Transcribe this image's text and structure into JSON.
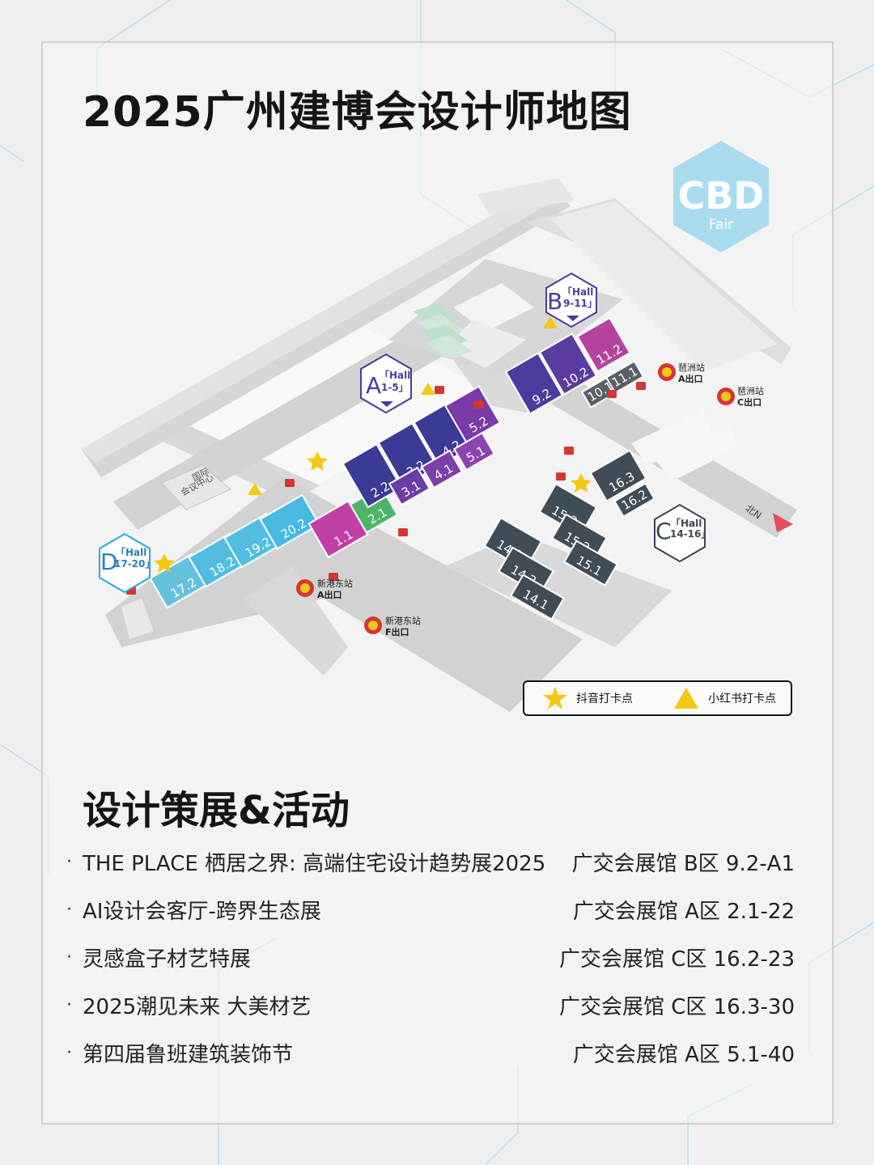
{
  "title": "2025广州建博会设计师地图",
  "logo": {
    "text": "CBD",
    "subtext": "Fair",
    "color": "#a9dcee"
  },
  "map": {
    "zones": [
      {
        "letter": "A",
        "hall_label": "「Hall",
        "hall_range": "1-5」"
      },
      {
        "letter": "B",
        "hall_label": "「Hall",
        "hall_range": "9-11」"
      },
      {
        "letter": "C",
        "hall_label": "「Hall",
        "hall_range": "14-16」"
      },
      {
        "letter": "D",
        "hall_label": "「Hall",
        "hall_range": "17-20」"
      }
    ],
    "halls": [
      {
        "label": "17.2",
        "color": "#66c2dc"
      },
      {
        "label": "18.2",
        "color": "#52bde0"
      },
      {
        "label": "19.2",
        "color": "#52bde0"
      },
      {
        "label": "20.2",
        "color": "#46b8e2"
      },
      {
        "label": "1.1",
        "color": "#c23fa6"
      },
      {
        "label": "2.1",
        "color": "#4fb46a"
      },
      {
        "label": "2.2",
        "color": "#3b3a96"
      },
      {
        "label": "3.2",
        "color": "#3b3a96"
      },
      {
        "label": "4.2",
        "color": "#3b3a96"
      },
      {
        "label": "5.2",
        "color": "#7a3aa8"
      },
      {
        "label": "3.1",
        "color": "#6b3ca6"
      },
      {
        "label": "4.1",
        "color": "#7c3ea8"
      },
      {
        "label": "5.1",
        "color": "#8a44b0"
      },
      {
        "label": "9.2",
        "color": "#4b3c9c"
      },
      {
        "label": "10.2",
        "color": "#5a3ca0"
      },
      {
        "label": "11.2",
        "color": "#b4439e"
      },
      {
        "label": "10.1",
        "color": "#5a5f66"
      },
      {
        "label": "11.1",
        "color": "#5a5f66"
      },
      {
        "label": "14.3",
        "color": "#414d56"
      },
      {
        "label": "14.2",
        "color": "#414d56"
      },
      {
        "label": "14.1",
        "color": "#414d56"
      },
      {
        "label": "15.3",
        "color": "#414d56"
      },
      {
        "label": "15.2",
        "color": "#414d56"
      },
      {
        "label": "15.1",
        "color": "#414d56"
      },
      {
        "label": "16.3",
        "color": "#414d56"
      },
      {
        "label": "16.2",
        "color": "#414d56"
      }
    ],
    "stations": [
      {
        "name": "琶洲站",
        "exit": "A出口"
      },
      {
        "name": "琶洲站",
        "exit": "C出口"
      },
      {
        "name": "新港东站",
        "exit": "A出口"
      },
      {
        "name": "新港东站",
        "exit": "F出口"
      }
    ],
    "conference_center": {
      "line1": "国际",
      "line2": "会议中心"
    },
    "north_label": "北N"
  },
  "legend": {
    "douyin": {
      "label": "抖音打卡点",
      "icon": "star-icon",
      "color": "#f4c814"
    },
    "xiaohongshu": {
      "label": "小红书打卡点",
      "icon": "triangle-icon",
      "color": "#f4c814"
    }
  },
  "events_title": "设计策展&活动",
  "events": [
    {
      "name": "THE PLACE 栖居之界: 高端住宅设计趋势展2025",
      "location": "广交会展馆 B区 9.2-A1"
    },
    {
      "name": "AI设计会客厅-跨界生态展",
      "location": "广交会展馆 A区 2.1-22"
    },
    {
      "name": "灵感盒子材艺特展",
      "location": "广交会展馆 C区 16.2-23"
    },
    {
      "name": "2025潮见未来 大美材艺",
      "location": "广交会展馆 C区 16.3-30"
    },
    {
      "name": "第四届鲁班建筑装饰节",
      "location": "广交会展馆 A区 5.1-40"
    }
  ]
}
